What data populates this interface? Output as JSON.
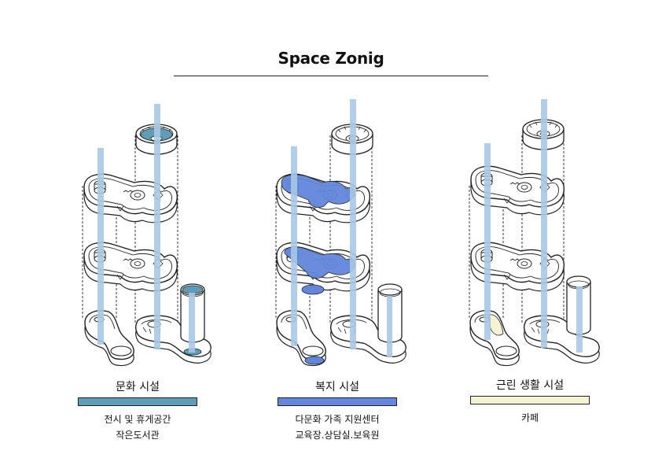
{
  "title": "Space Zonig",
  "columns": [
    {
      "heading": "문화 시설",
      "color": "#5e9cb8",
      "lines": [
        "전시 및 휴게공간",
        "작은도서관"
      ]
    },
    {
      "heading": "복지 시설",
      "color": "#6386dc",
      "lines": [
        "다문화 가족 지원센터",
        "교육장.상담실.보육원"
      ]
    },
    {
      "heading": "근린 생활 시설",
      "color": "#f6f3d4",
      "lines": [
        "카페"
      ]
    }
  ],
  "colors": {
    "core": "#a8c8e6",
    "outline": "#222222"
  }
}
